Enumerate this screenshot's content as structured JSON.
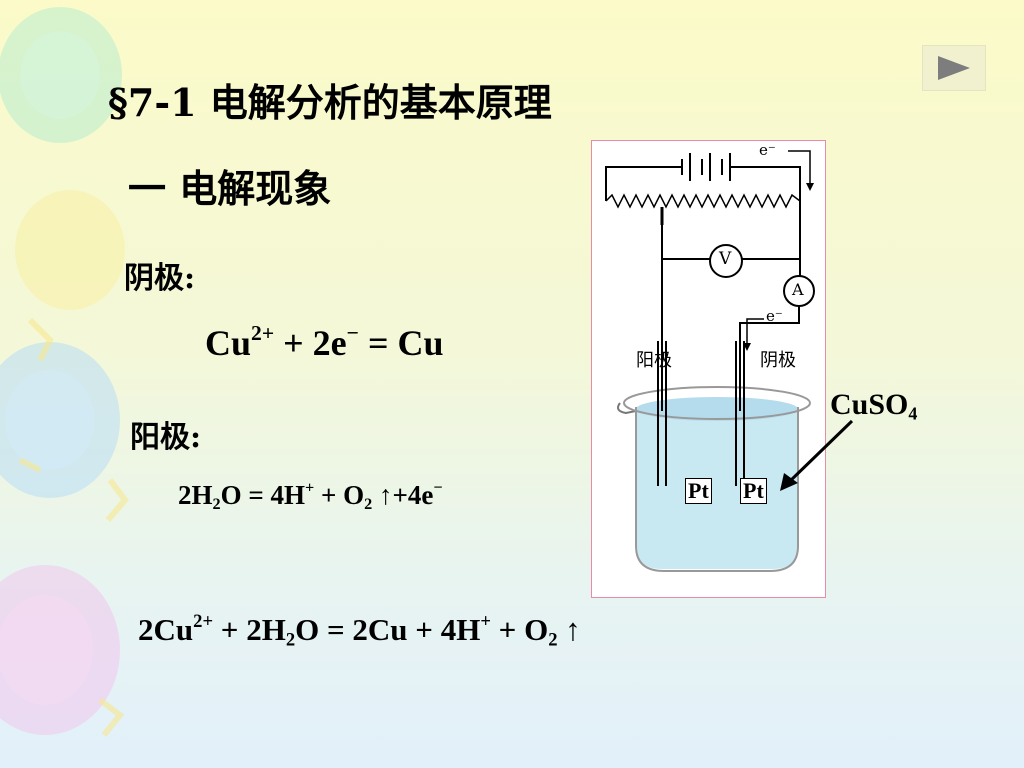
{
  "nav": {
    "next_icon": "play-triangle-icon"
  },
  "title": "§7-1 电解分析的基本原理",
  "subtitle": "一  电解现象",
  "cathode": {
    "label": "阴极:",
    "eq": {
      "a": "Cu",
      "a_sup": "2+",
      "b": " + 2e",
      "b_sup": "−",
      "c": " = Cu"
    }
  },
  "anode": {
    "label": "阳极:",
    "eq": {
      "a": "2H",
      "a_sub": "2",
      "b": "O = 4H",
      "b_sup": "+",
      "c": " + O",
      "c_sub": "2",
      "d": " ↑+4e",
      "d_sup": "−"
    }
  },
  "total_eq": {
    "a": "2Cu",
    "a_sup": "2+",
    "b": " + 2H",
    "b_sub": "2",
    "c": "O = 2Cu + 4H",
    "c_sup": "+",
    "d": " + O",
    "d_sub": "2",
    "e": " ↑"
  },
  "diagram": {
    "electron_top": "e⁻",
    "electron_side": "e⁻",
    "voltmeter": "V",
    "ammeter": "A",
    "anode_label": "阳极",
    "cathode_label": "阴极",
    "electrode_left": "Pt",
    "electrode_right": "Pt"
  },
  "solution": {
    "main": "CuSO",
    "sub": "4"
  },
  "colors": {
    "solution_fill": "#c8e8f2",
    "frame_border": "#e88aa8"
  }
}
